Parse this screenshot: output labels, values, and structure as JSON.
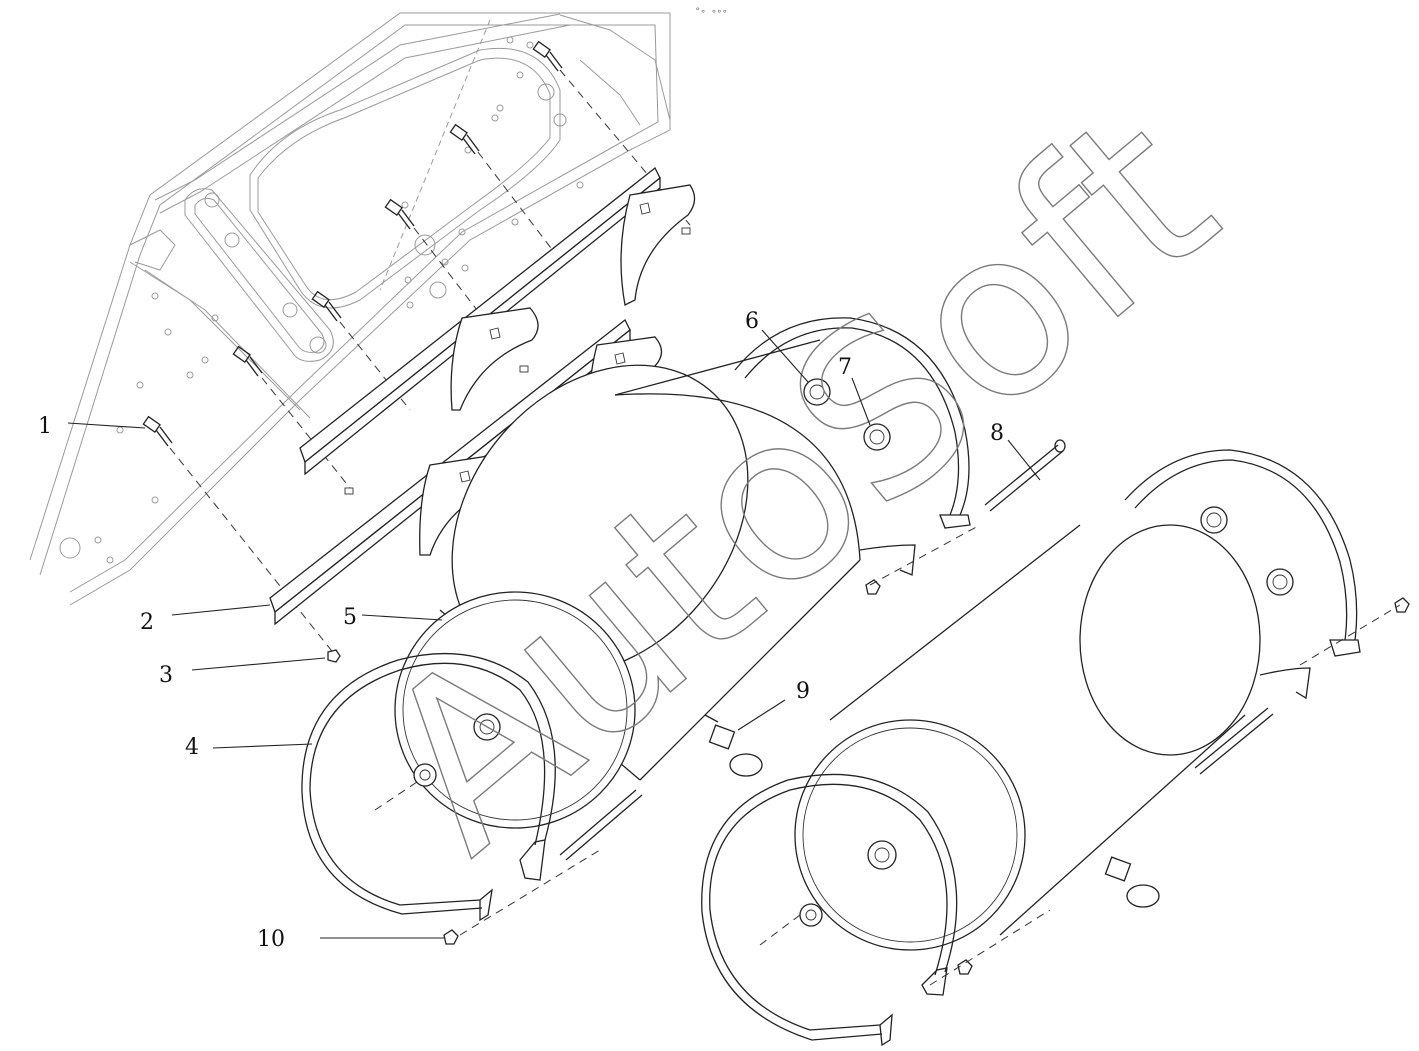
{
  "top_marker": "°∘ ∘∘∘",
  "watermark": "AutoSoft",
  "callouts": [
    {
      "label": "1"
    },
    {
      "label": "2"
    },
    {
      "label": "3"
    },
    {
      "label": "4"
    },
    {
      "label": "5"
    },
    {
      "label": "6"
    },
    {
      "label": "7"
    },
    {
      "label": "8"
    },
    {
      "label": "9"
    },
    {
      "label": "10"
    }
  ],
  "colors": {
    "line": "#222222",
    "background": "#ffffff",
    "watermark": "#7a7a7a"
  }
}
